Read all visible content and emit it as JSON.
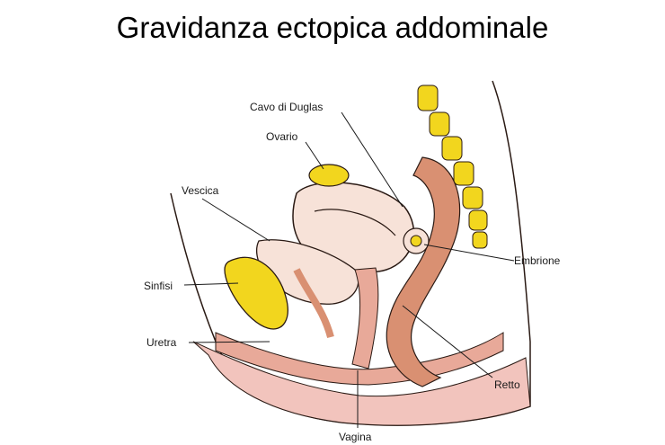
{
  "slide": {
    "title": "Gravidanza ectopica addominale"
  },
  "labels": {
    "cavo": "Cavo di Duglas",
    "ovario": "Ovario",
    "vescica": "Vescica",
    "sinfisi": "Sinfisi",
    "uretra": "Uretra",
    "embrione": "Embrione",
    "retto": "Retto",
    "vagina": "Vagina"
  },
  "colors": {
    "skin": "#f2c4bd",
    "tissue": "#e8a999",
    "organ_fill": "#f7e2d8",
    "muscle": "#d99072",
    "bone": "#f2d61e",
    "outline": "#2a1a14"
  }
}
